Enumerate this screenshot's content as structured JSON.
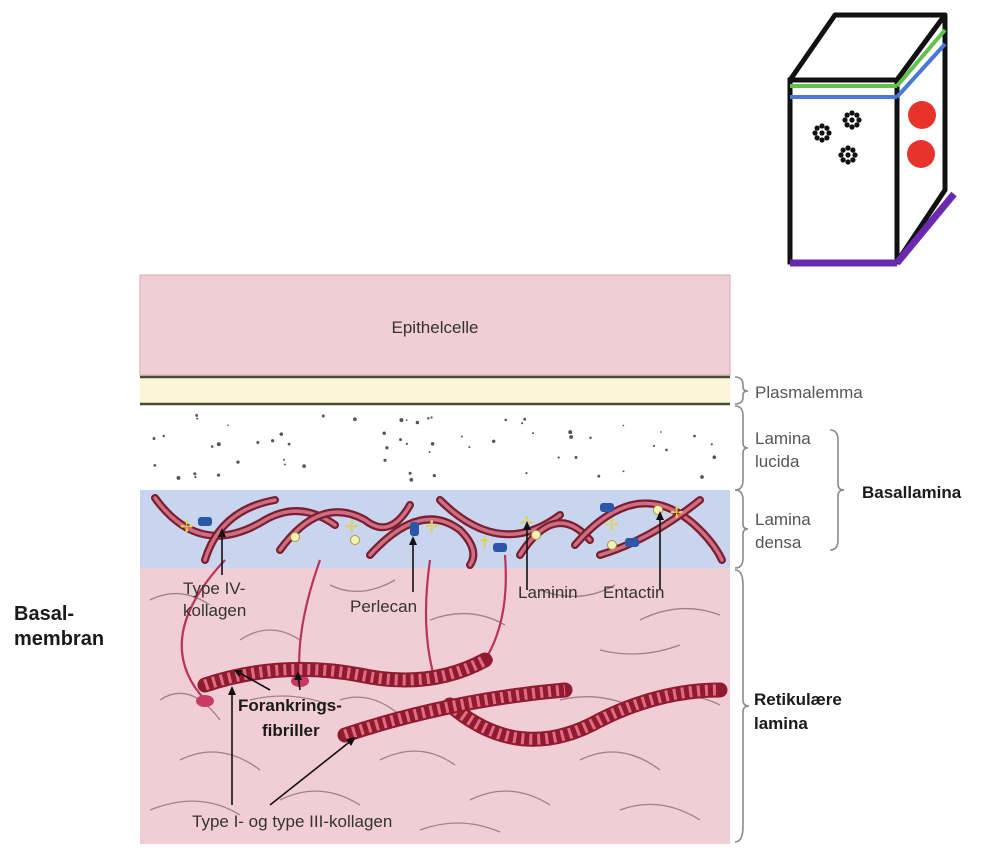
{
  "labels": {
    "epithelcelle": "Epithelcelle",
    "plasmalemma": "Plasmalemma",
    "lamina_lucida_1": "Lamina",
    "lamina_lucida_2": "lucida",
    "lamina_densa_1": "Lamina",
    "lamina_densa_2": "densa",
    "basallamina": "Basallamina",
    "basalmembran_1": "Basal-",
    "basalmembran_2": "membran",
    "retikulaere_1": "Retikulære",
    "retikulaere_2": "lamina",
    "type_iv_1": "Type IV-",
    "type_iv_2": "kollagen",
    "perlecan": "Perlecan",
    "laminin": "Laminin",
    "entactin": "Entactin",
    "forankrings_1": "Forankrings-",
    "forankrings_2": "fibriller",
    "type_i_iii": "Type I- og type III-kollagen"
  },
  "colors": {
    "epithel_fill": "#f1cdd6",
    "plasmalemma_fill": "#fbf6d8",
    "lamina_densa_fill": "#c9d4ee",
    "reticular_fill": "#f1cdd6",
    "collagen": "#8e1c2e",
    "box_green": "#5fc24a",
    "box_blue": "#4a78d8",
    "box_purple": "#6a2ab0",
    "box_red": "#e8332d"
  }
}
